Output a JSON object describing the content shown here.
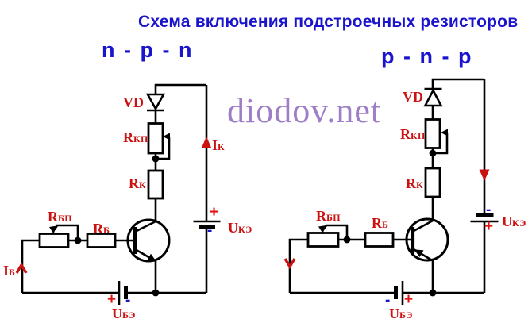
{
  "title": {
    "text": "Схема включения подстроечных резисторов"
  },
  "watermark": {
    "text": "diodov.net"
  },
  "colors": {
    "label_red": "#cc1111",
    "text_blue": "#1a14cc",
    "watermark_purple": "#9e7ec6",
    "wire_black": "#000000"
  },
  "npn": {
    "type_label": "n - p - n",
    "vd": "VD",
    "rkp": {
      "main": "R",
      "sub": "КП"
    },
    "rk": {
      "main": "R",
      "sub": "К"
    },
    "rbp": {
      "main": "R",
      "sub": "БП"
    },
    "rb": {
      "main": "R",
      "sub": "Б"
    },
    "ik": {
      "main": "I",
      "sub": "К"
    },
    "ib": {
      "main": "I",
      "sub": "Б"
    },
    "uke": {
      "main": "U",
      "sub": "КЭ"
    },
    "ube": {
      "main": "U",
      "sub": "БЭ"
    },
    "uke_plus": "+",
    "uke_minus": "-",
    "ube_plus": "+",
    "ube_minus": "-"
  },
  "pnp": {
    "type_label": "p - n - p",
    "vd": "VD",
    "rkp": {
      "main": "R",
      "sub": "КП"
    },
    "rk": {
      "main": "R",
      "sub": "К"
    },
    "rbp": {
      "main": "R",
      "sub": "БП"
    },
    "rb": {
      "main": "R",
      "sub": "Б"
    },
    "uke": {
      "main": "U",
      "sub": "КЭ"
    },
    "ube": {
      "main": "U",
      "sub": "БЭ"
    },
    "uke_plus": "+",
    "uke_minus": "-",
    "ube_plus": "+",
    "ube_minus": "-"
  }
}
